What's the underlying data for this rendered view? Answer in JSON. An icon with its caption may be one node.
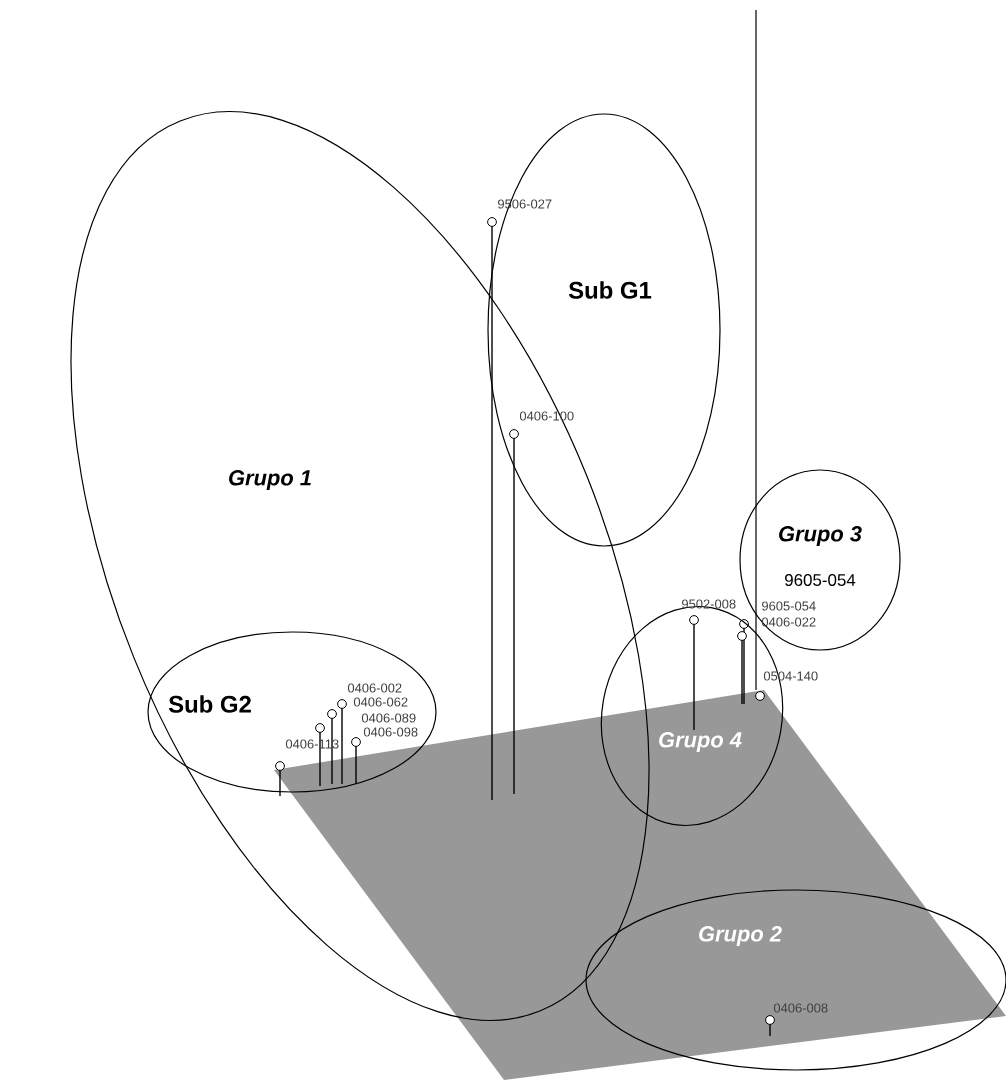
{
  "diagram": {
    "nodes": [
      {
        "text": [
          "Grupo 1"
        ]
      },
      {
        "text": [
          "Sub G1"
        ]
      },
      {
        "text": [
          "Sub G2"
        ],
        "in": 0
      },
      {
        "text": [
          "Grupo 3",
          "9605-054"
        ]
      },
      {
        "text": [
          "Grupo 4"
        ]
      },
      {
        "text": [
          "Grupo 2"
        ]
      }
    ],
    "labels": [
      "9506-027",
      "0406-100",
      "0406-002",
      "0406-062",
      "0406-089",
      "0406-098",
      "0406-113",
      "9502-008",
      "9605-054",
      "0406-022",
      "0504-140",
      "0406-008"
    ]
  }
}
